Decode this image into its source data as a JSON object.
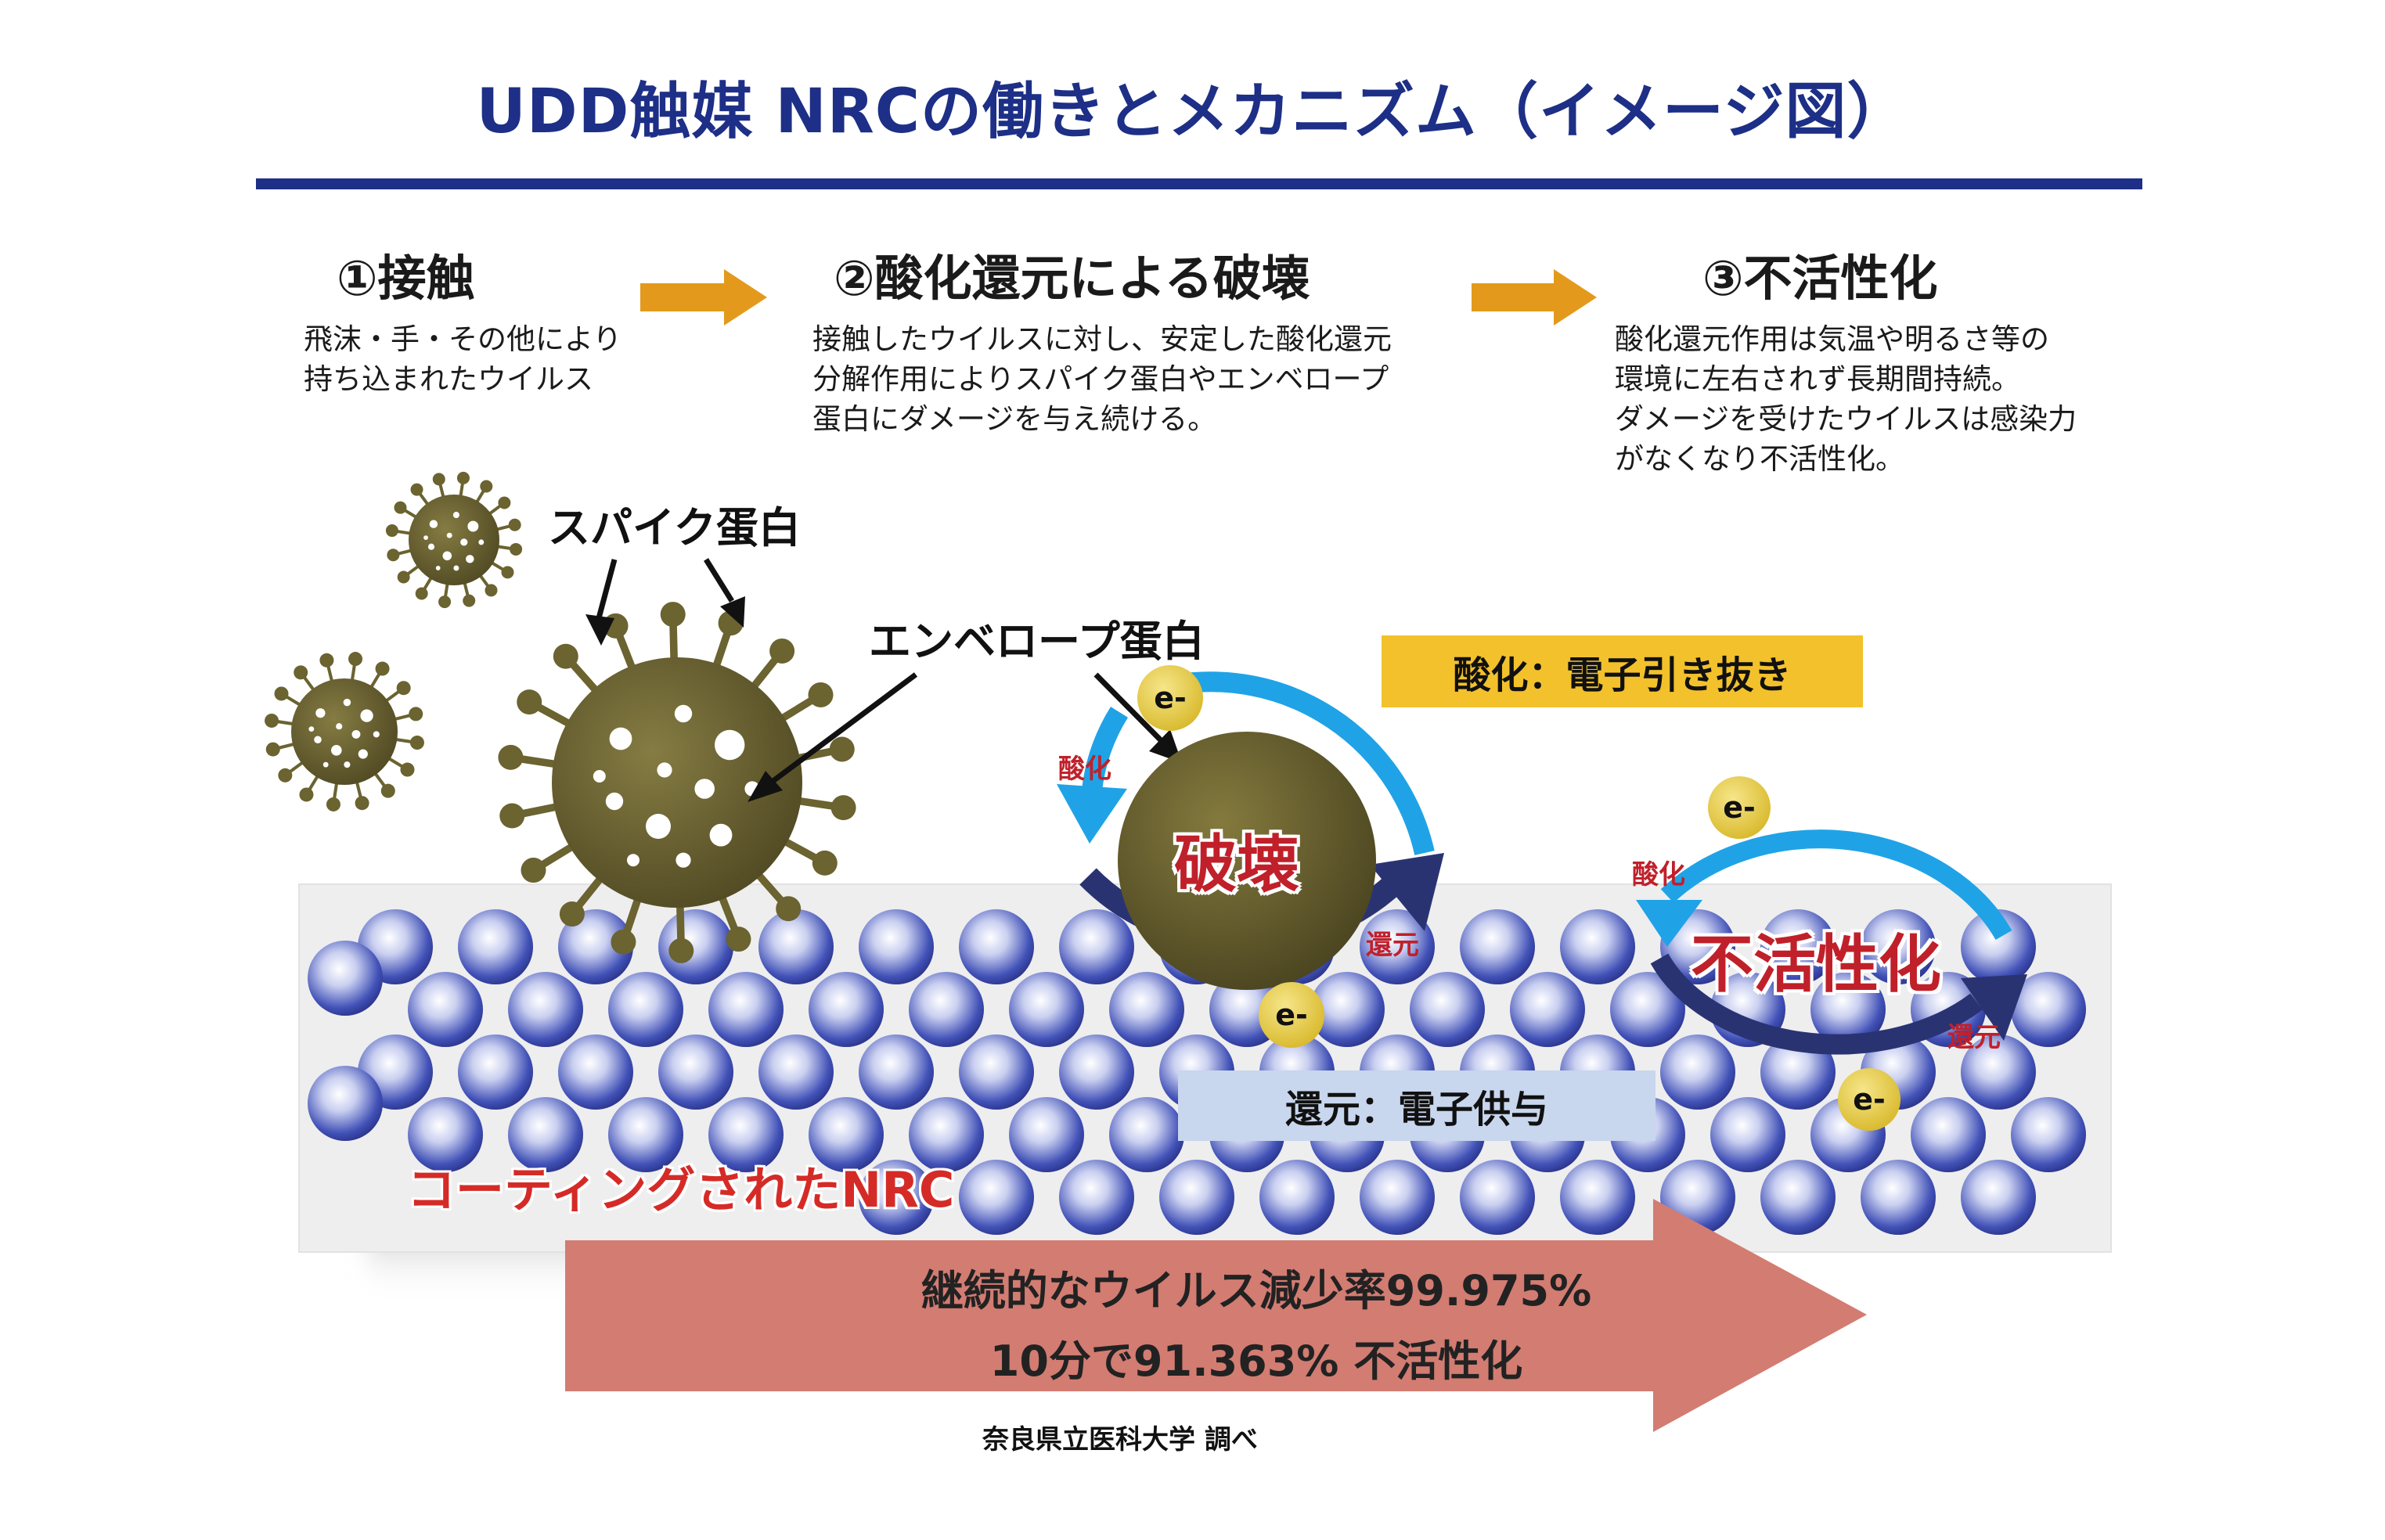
{
  "title": "UDD触媒 NRCの働きとメカニズム（イメージ図）",
  "steps": [
    {
      "title": "①接触",
      "description": [
        "飛沫・手・その他により",
        "持ち込まれたウイルス"
      ]
    },
    {
      "title": "②酸化還元による破壊",
      "description": [
        "接触したウイルスに対し、安定した酸化還元",
        "分解作用によりスパイク蛋白やエンベロープ",
        "蛋白にダメージを与え続ける。"
      ]
    },
    {
      "title": "③不活性化",
      "description": [
        "酸化還元作用は気温や明るさ等の",
        "環境に左右されず長期間持続。",
        "ダメージを受けたウイルスは感染力",
        "がなくなり不活性化。"
      ]
    }
  ],
  "labels": {
    "spike": "スパイク蛋白",
    "envelope": "エンベロープ蛋白",
    "oxidation_box": "酸化：電子引き抜き",
    "reduction_box": "還元：電子供与",
    "oxidation": "酸化",
    "reduction": "還元",
    "destroy": "破壊",
    "inactivation": "不活性化",
    "electron": "e-",
    "coated": "コーティングされたNRC"
  },
  "result": {
    "line1": "継続的なウイルス減少率99.975%",
    "line2": "10分で91.363% 不活性化"
  },
  "source": "奈良県立医科大学 調べ",
  "colors": {
    "title_blue": "#1d2f86",
    "step_arrow": "#e39a1c",
    "virus": "#6b6330",
    "sphere_blue": "#3a4bb5",
    "cycle_light": "#1fa3e6",
    "cycle_dark": "#2a3372",
    "box_yellow": "#f3c12b",
    "box_blue": "#c8d6ee",
    "red": "#c0202a",
    "result_arrow": "#d37c72"
  }
}
